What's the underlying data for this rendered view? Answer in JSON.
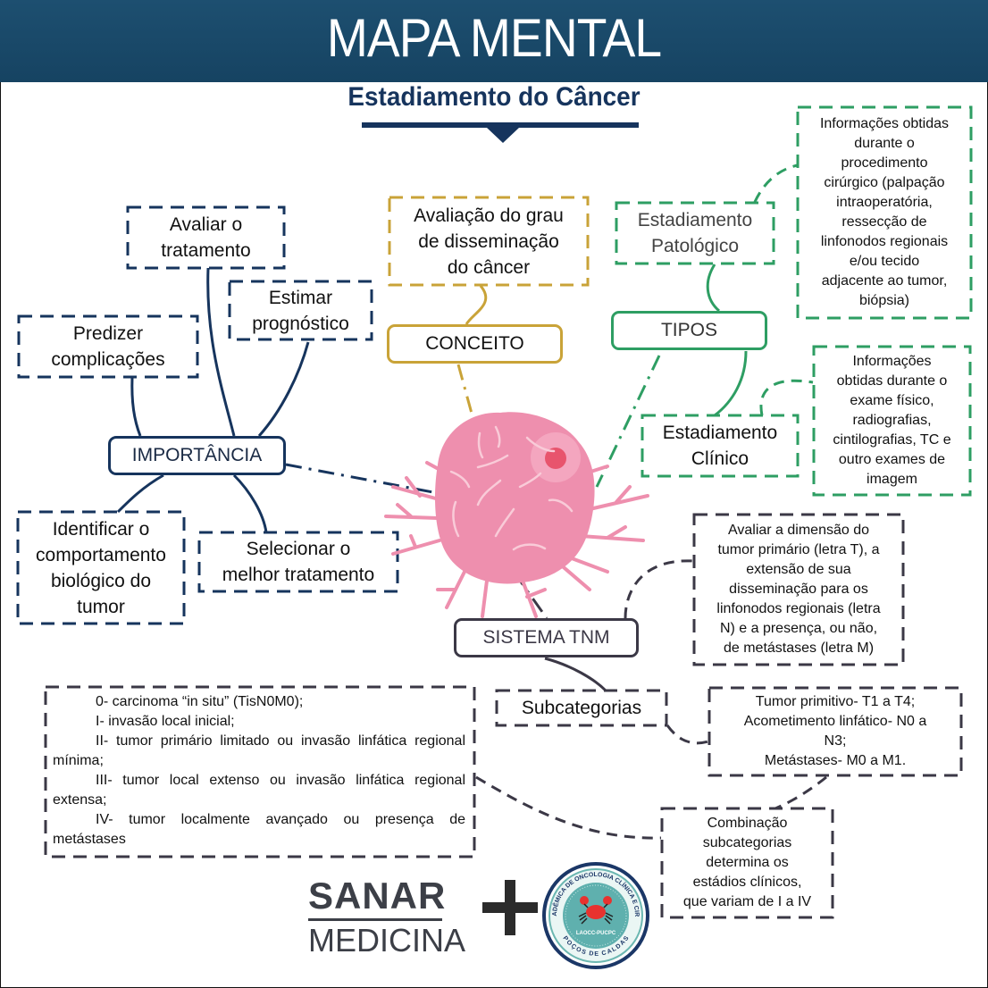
{
  "header": {
    "title": "MAPA MENTAL",
    "subtitle": "Estadiamento do Câncer"
  },
  "colors": {
    "header_bg": "#1a4a6b",
    "navy": "#16345d",
    "gold": "#c9a338",
    "green": "#2e9e63",
    "slate": "#3b3846",
    "tumor_pink": "#ee8fae"
  },
  "center": {
    "icon": "tumor-cell-illustration"
  },
  "importancia": {
    "hub": "IMPORTÂNCIA",
    "items": [
      "Avaliar o tratamento",
      "Estimar prognóstico",
      "Predizer complicações",
      "Identificar o comportamento biológico do tumor",
      "Selecionar o melhor tratamento"
    ],
    "lines": {
      "avaliar": [
        "Avaliar o",
        "tratamento"
      ],
      "estimar": [
        "Estimar",
        "prognóstico"
      ],
      "predizer": [
        "Predizer",
        "complicações"
      ],
      "identificar": [
        "Identificar o",
        "comportamento",
        "biológico do",
        "tumor"
      ],
      "selecionar": [
        "Selecionar o",
        "melhor tratamento"
      ]
    }
  },
  "conceito": {
    "hub": "CONCEITO",
    "definition": [
      "Avaliação do grau",
      "de disseminação",
      "do câncer"
    ]
  },
  "tipos": {
    "hub": "TIPOS",
    "patologico": {
      "label": [
        "Estadiamento",
        "Patológico"
      ],
      "description": [
        "Informações obtidas",
        "durante o",
        "procedimento",
        "cirúrgico (palpação",
        "intraoperatória,",
        "ressecção de",
        "linfonodos regionais",
        "e/ou tecido",
        "adjacente ao tumor,",
        "biópsia)"
      ]
    },
    "clinico": {
      "label": [
        "Estadiamento",
        "Clínico"
      ],
      "description": [
        "Informações",
        "obtidas durante o",
        "exame físico,",
        "radiografias,",
        "cintilografias, TC e",
        "outro exames de",
        "imagem"
      ]
    }
  },
  "tnm": {
    "hub": "SISTEMA TNM",
    "description": [
      "Avaliar a dimensão do",
      "tumor primário (letra T), a",
      "extensão de sua",
      "disseminação para os",
      "linfonodos regionais (letra",
      "N) e a presença, ou não,",
      "de metástases (letra M)"
    ],
    "subcategorias": "Subcategorias",
    "subcategorias_detail": [
      "Tumor primitivo- T1 a T4;",
      "Acometimento linfático- N0 a",
      "N3;",
      "Metástases- M0 a M1."
    ],
    "combinacao": [
      "Combinação",
      "subcategorias",
      "determina os",
      "estádios clínicos,",
      "que variam de I a IV"
    ],
    "stages": [
      "0- carcinoma “in situ” (TisN0M0);",
      "I- invasão local inicial;",
      "II- tumor primário limitado ou invasão linfática regional mínima;",
      "III- tumor local extenso ou invasão linfática regional extensa;",
      "IV- tumor localmente avançado ou presença de metástases"
    ]
  },
  "footer": {
    "sanar_top": "SANAR",
    "sanar_bottom": "MEDICINA",
    "plus": "+",
    "liga_ring_text": "LIGA ACADÊMICA DE ONCOLOGIA CLÍNICA E CIRÚRGICA",
    "liga_bottom_text": "POÇOS DE CALDAS",
    "liga_acronym": "LAOCC-PUCPC"
  }
}
